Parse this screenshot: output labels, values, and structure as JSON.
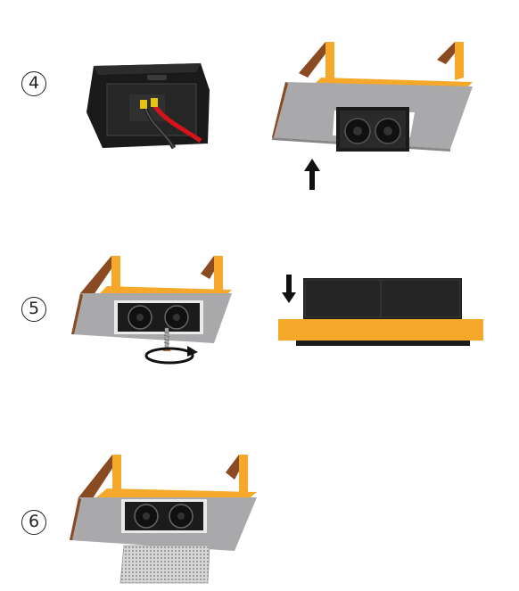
{
  "steps": [
    {
      "number": "4"
    },
    {
      "number": "5"
    },
    {
      "number": "6"
    }
  ],
  "colors": {
    "wood_face": "#f5a82a",
    "wood_side": "#8a4a22",
    "drywall": "#a9a9ab",
    "speaker_frame": "#1b1b1b",
    "cable_red": "#d4141a",
    "cable_black": "#222222"
  },
  "icons": [
    "speaker-enclosure-icon",
    "ceiling-cutout-icon",
    "push-up-arrow-icon",
    "rotate-arrow-icon",
    "push-down-arrow-icon",
    "screw-icon",
    "grille-icon"
  ]
}
